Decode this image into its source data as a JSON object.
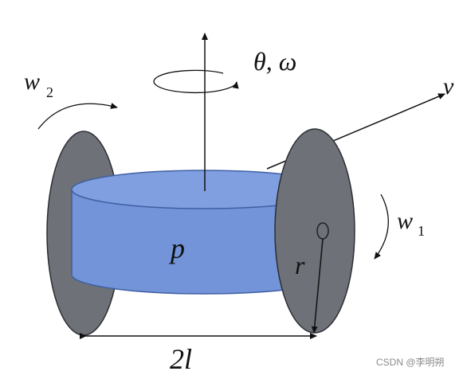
{
  "labels": {
    "theta_omega": "θ, ω",
    "velocity": "v",
    "wheel_right_speed_base": "w",
    "wheel_right_speed_sub": "1",
    "wheel_left_speed_base": "w",
    "wheel_left_speed_sub": "2",
    "body_point": "p",
    "radius": "r",
    "track_width": "2l"
  },
  "watermark": "CSDN @李明朔",
  "colors": {
    "body_fill": "#7394d8",
    "body_top": "#7f9fe0",
    "body_stroke": "#3f5fa3",
    "wheel_fill": "#6e7177",
    "wheel_stroke": "#2c2e33",
    "line": "#111111"
  }
}
